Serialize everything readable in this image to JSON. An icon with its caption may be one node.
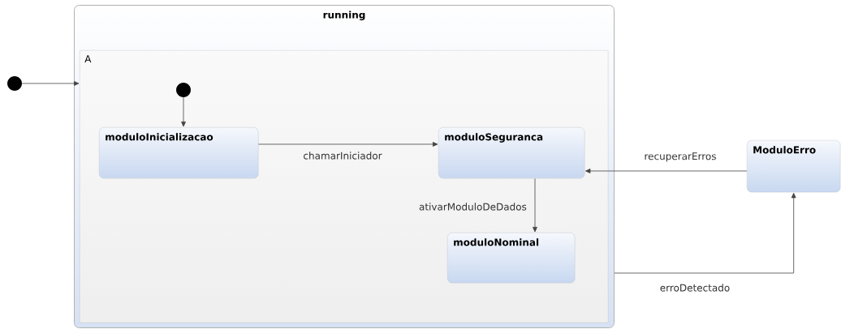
{
  "diagram": {
    "nodes": [
      {
        "text": [
          "running"
        ]
      },
      {
        "text": [
          "A"
        ],
        "in": 0
      },
      {
        "text": [],
        "shape": "circle"
      },
      {
        "text": [],
        "shape": "circle",
        "in": 1
      },
      {
        "text": [
          "moduloInicializacao"
        ],
        "in": 1
      },
      {
        "text": [
          "moduloSeguranca"
        ],
        "in": 1
      },
      {
        "text": [
          "moduloNominal"
        ],
        "in": 1
      },
      {
        "text": [
          "ModuloErro"
        ]
      }
    ],
    "edges": [
      {
        "from": 2,
        "to": 1,
        "arrow": "to"
      },
      {
        "from": 3,
        "to": 4,
        "arrow": "to"
      },
      {
        "from": 4,
        "to": 5,
        "arrow": "to",
        "label": "chamarIniciador"
      },
      {
        "from": 5,
        "to": 6,
        "arrow": "to",
        "label": "ativarModuloDeDados"
      },
      {
        "from": 7,
        "to": 5,
        "arrow": "to",
        "label": "recuperarErros"
      },
      {
        "from": 0,
        "to": 7,
        "arrow": "to",
        "label": "erroDetectado"
      }
    ]
  }
}
